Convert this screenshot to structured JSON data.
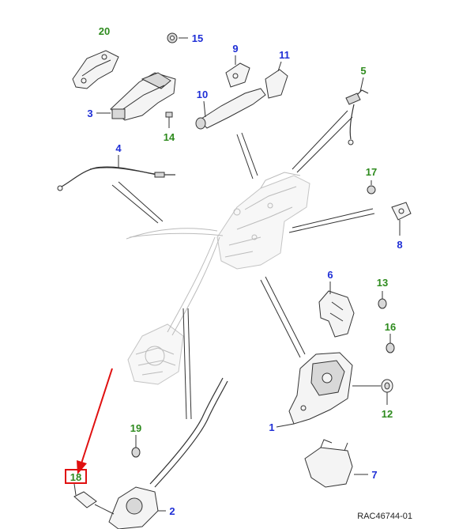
{
  "diagram": {
    "reference": "RAC46744-01",
    "colors": {
      "blue_callout": "#1f2fd6",
      "green_callout": "#2e8b1e",
      "highlight": "#e01010",
      "line": "#333333",
      "ghost": "#bbbbbb"
    },
    "callouts": [
      {
        "id": "c20",
        "label": "20",
        "color": "green"
      },
      {
        "id": "c15",
        "label": "15",
        "color": "blue"
      },
      {
        "id": "c9",
        "label": "9",
        "color": "blue"
      },
      {
        "id": "c11",
        "label": "11",
        "color": "blue"
      },
      {
        "id": "c5",
        "label": "5",
        "color": "green"
      },
      {
        "id": "c3",
        "label": "3",
        "color": "blue"
      },
      {
        "id": "c10",
        "label": "10",
        "color": "blue"
      },
      {
        "id": "c14",
        "label": "14",
        "color": "green"
      },
      {
        "id": "c4",
        "label": "4",
        "color": "blue"
      },
      {
        "id": "c17",
        "label": "17",
        "color": "green"
      },
      {
        "id": "c8",
        "label": "8",
        "color": "blue"
      },
      {
        "id": "c6",
        "label": "6",
        "color": "blue"
      },
      {
        "id": "c13",
        "label": "13",
        "color": "green"
      },
      {
        "id": "c16",
        "label": "16",
        "color": "green"
      },
      {
        "id": "c12",
        "label": "12",
        "color": "green"
      },
      {
        "id": "c1",
        "label": "1",
        "color": "blue"
      },
      {
        "id": "c19",
        "label": "19",
        "color": "green"
      },
      {
        "id": "c7",
        "label": "7",
        "color": "blue"
      },
      {
        "id": "c18",
        "label": "18",
        "color": "green"
      },
      {
        "id": "c2",
        "label": "2",
        "color": "blue"
      }
    ],
    "highlighted_callout": "18"
  }
}
